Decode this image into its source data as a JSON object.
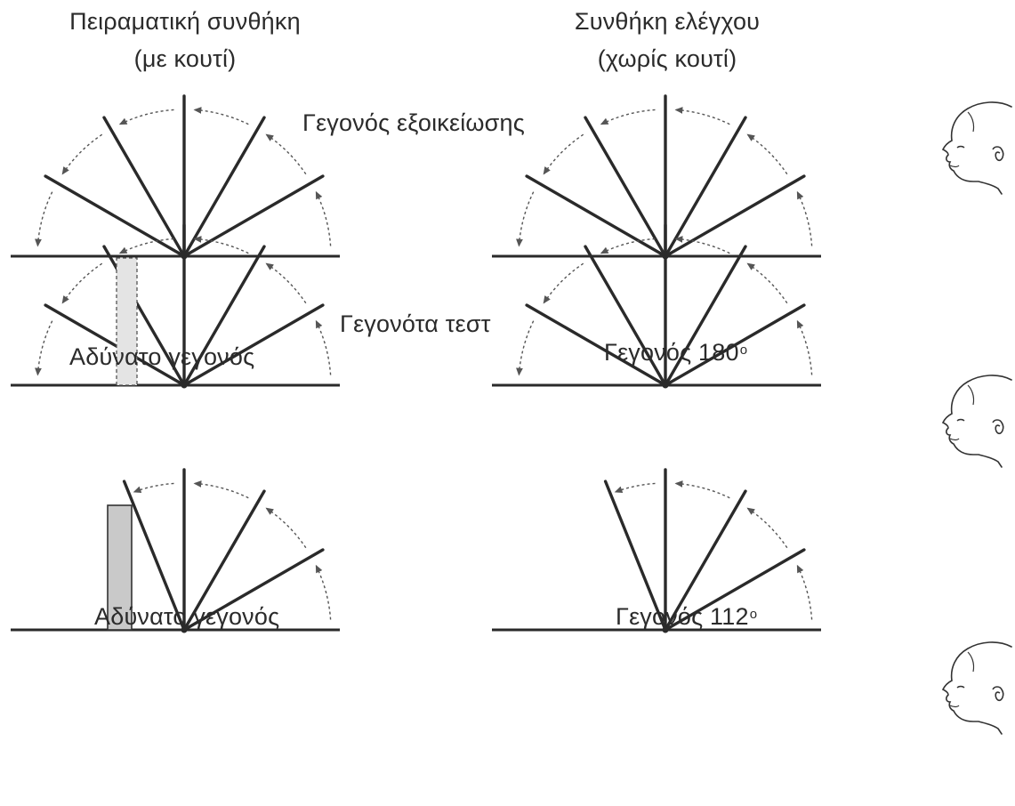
{
  "labels": {
    "experimental_title": "Πειραματική συνθήκη",
    "experimental_sub": "(με κουτί)",
    "control_title": "Συνθήκη ελέγχου",
    "control_sub": "(χωρίς κουτί)",
    "habituation": "Γεγονός εξοικείωσης",
    "test_events": "Γεγονότα τεστ",
    "impossible_1": "Αδύνατο γεγονός",
    "impossible_2": "Αδύνατο γεγονός",
    "event_180": "Γεγονός 180",
    "event_180_deg": "o",
    "event_112": "Γεγονός 112",
    "event_112_deg": "o"
  },
  "rows": [
    {
      "left": "habituation",
      "right": "habituation",
      "left_rotation_deg": 180,
      "right_rotation_deg": 180
    },
    {
      "left": "impossible_dashed_box",
      "right": "event_180",
      "left_rotation_deg": 180,
      "right_rotation_deg": 180
    },
    {
      "left": "impossible_solid_box",
      "right": "event_112",
      "left_rotation_deg": 112,
      "right_rotation_deg": 112
    }
  ],
  "colors": {
    "line": "#2a2a2a",
    "box_fill": "#c9c9c9",
    "box_dashed_fill": "#e4e4e4",
    "arrow": "#555555"
  },
  "icons": [
    "infant-head-icon"
  ]
}
